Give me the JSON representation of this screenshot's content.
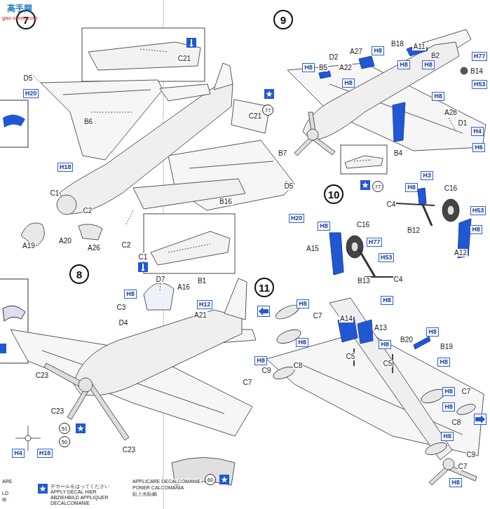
{
  "diagram": {
    "nodes": [
      {
        "text": [
          "7"
        ]
      },
      {
        "text": [
          "H20"
        ]
      },
      {
        "text": [
          "H18"
        ]
      },
      {
        "text": [
          "H20"
        ]
      },
      {
        "text": [
          "8"
        ]
      },
      {
        "text": [
          "H8"
        ]
      },
      {
        "text": [
          "H12"
        ]
      },
      {
        "text": [
          "51"
        ]
      },
      {
        "text": [
          "50"
        ]
      },
      {
        "text": [
          "H4"
        ]
      },
      {
        "text": [
          "H16"
        ]
      },
      {
        "text": [
          "60"
        ]
      },
      {
        "text": [
          "9"
        ]
      },
      {
        "text": [
          "H8"
        ]
      },
      {
        "text": [
          "H8"
        ]
      },
      {
        "text": [
          "H8"
        ]
      },
      {
        "text": [
          "H8"
        ]
      },
      {
        "text": [
          "H8"
        ]
      },
      {
        "text": [
          "H77"
        ]
      },
      {
        "text": [
          "H53"
        ]
      },
      {
        "text": [
          "77"
        ]
      },
      {
        "text": [
          "H8"
        ]
      },
      {
        "text": [
          "H4"
        ]
      },
      {
        "text": [
          "H6"
        ]
      },
      {
        "text": [
          "H3"
        ]
      },
      {
        "text": [
          "77"
        ]
      },
      {
        "text": [
          "10"
        ]
      },
      {
        "text": [
          "H8"
        ]
      },
      {
        "text": [
          "H53"
        ]
      },
      {
        "text": [
          "H8"
        ]
      },
      {
        "text": [
          "H8"
        ]
      },
      {
        "text": [
          "H77"
        ]
      },
      {
        "text": [
          "H53"
        ]
      },
      {
        "text": [
          "H8"
        ]
      },
      {
        "text": [
          "11"
        ]
      },
      {
        "text": [
          "H8"
        ]
      },
      {
        "text": [
          "H8"
        ]
      },
      {
        "text": [
          "H8"
        ]
      },
      {
        "text": [
          "H8"
        ]
      },
      {
        "text": [
          "H8"
        ]
      },
      {
        "text": [
          "H8"
        ]
      },
      {
        "text": [
          "H8"
        ]
      },
      {
        "text": [
          "H8"
        ]
      },
      {
        "text": [
          "H8"
        ]
      },
      {
        "text": [
          "H8"
        ]
      }
    ],
    "labels": [
      "高手网",
      "gao-shou.com",
      "D5",
      "B6",
      "C21",
      "C21",
      "B7",
      "C1",
      "C2",
      "A19",
      "A20",
      "A26",
      "B16",
      "D5",
      "C2",
      "C1",
      "D7",
      "A16",
      "B1",
      "C3",
      "D4",
      "A21",
      "C23",
      "C23",
      "C23",
      "B5",
      "D2",
      "A22",
      "A27",
      "B18",
      "A11",
      "B2",
      "B14",
      "A28",
      "D1",
      "B4",
      "C16",
      "C4",
      "B12",
      "A12",
      "C16",
      "A15",
      "B13",
      "C4",
      "C7",
      "C8",
      "A14",
      "A13",
      "B20",
      "B19",
      "C5",
      "C5",
      "C9",
      "C7",
      "C7",
      "C8",
      "C9",
      "C7",
      "APPLICARE DECALCOMANIE",
      "PONER CALCOMANIA",
      "貼上水貼紙",
      "ARE",
      "LD",
      "IE"
    ],
    "legend": [
      {
        "text": "デカールをはってください APPLY DECAL HIER ABZIEHBILD APPLIQUER DECALCOMANIE",
        "color": "#2257d4"
      }
    ]
  }
}
